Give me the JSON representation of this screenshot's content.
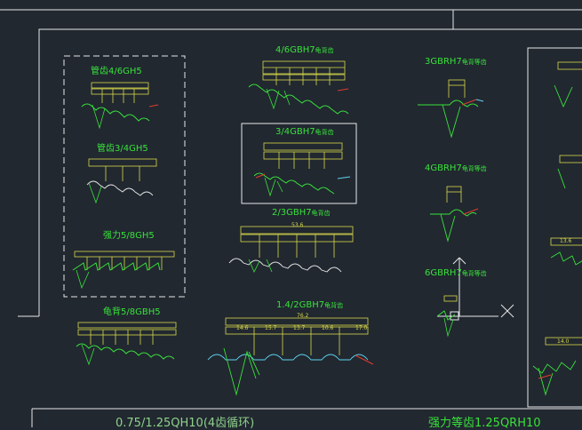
{
  "labels": {
    "a": "4/6GBH7",
    "a_suffix": "龟背齿",
    "b": "3/4GBH7",
    "b_suffix": "龟背齿",
    "c": "2/3GBH7",
    "c_suffix": "龟背齿",
    "d": "1.4/2GBH7",
    "d_suffix": "龟背齿",
    "e": "3GBRH7",
    "e_suffix": "龟背等齿",
    "f": "4GBRH7",
    "f_suffix": "龟背等齿",
    "g": "6GBRH7",
    "g_suffix": "龟背等齿",
    "h": "管齿4/6GH5",
    "i": "管齿3/4GH5",
    "j": "强力5/8GH5",
    "k": "龟背5/8GBH5"
  },
  "bottom": {
    "left": "0.75/1.25QH10(4齿循环)",
    "right": "强力等齿1.25QRH10"
  },
  "dims": {
    "d1": "53.6",
    "d2": "76.2",
    "d3": "14.6",
    "d4": "15.7",
    "d5": "13.7",
    "d6": "10.6",
    "d7": "17.0",
    "d8": "13.6",
    "d9": "14.0"
  },
  "colors": {
    "background": "#212830",
    "green": "#39e23b",
    "yellow": "#d8d84a",
    "white": "#e8e8e8",
    "cyan": "#5fd3f0",
    "red": "#e33b2e"
  }
}
